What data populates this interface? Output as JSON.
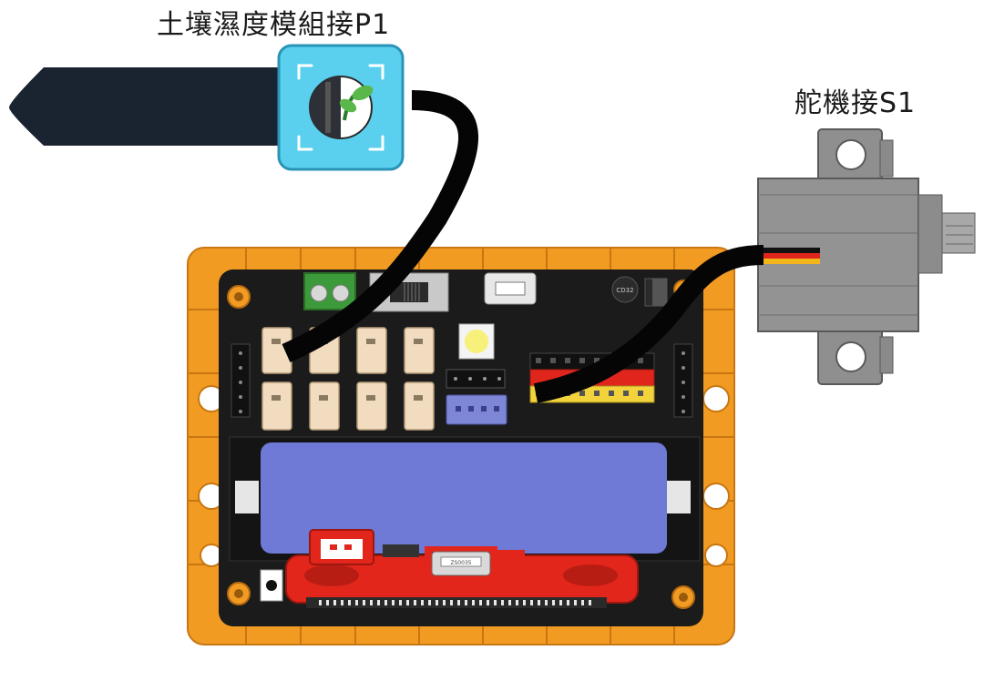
{
  "labels": {
    "soil_sensor": "土壤濕度模組接P1",
    "servo": "舵機接S1"
  },
  "components": {
    "board_chip_text": "CD32",
    "usb_text": "ZS0035"
  },
  "colors": {
    "frame_orange": "#f29b22",
    "board_black": "#1b1b1b",
    "battery_blue": "#6f79d6",
    "sensor_cyan": "#5ad0ee",
    "probe_dark": "#1a2430",
    "servo_gray": "#8f8f8f",
    "cable_black": "#050505",
    "microbit_red": "#e3261b",
    "connector_cream": "#f1dcc0",
    "header_red": "#e0261c",
    "header_yellow": "#f2d33b",
    "header_purple": "#7e86d6",
    "terminal_green": "#3c9a3a"
  },
  "icons": [
    "plant-sprout-icon"
  ]
}
